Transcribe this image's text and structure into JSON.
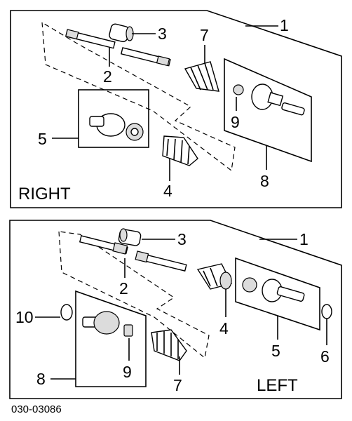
{
  "panels": {
    "right": {
      "side_label": "RIGHT",
      "callouts": [
        "1",
        "2",
        "3",
        "4",
        "5",
        "7",
        "8",
        "9"
      ]
    },
    "left": {
      "side_label": "LEFT",
      "callouts": [
        "1",
        "2",
        "3",
        "4",
        "5",
        "6",
        "7",
        "8",
        "9",
        "10"
      ]
    }
  },
  "figure_code": "030-03086"
}
